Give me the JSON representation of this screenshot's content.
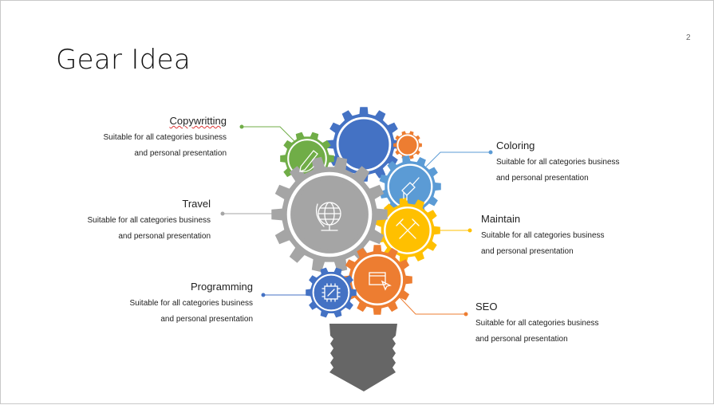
{
  "slide": {
    "title": "Gear Idea",
    "page_number": "2"
  },
  "items": [
    {
      "heading": "Copywritting",
      "line1": "Suitable for all categories business",
      "line2": "and personal presentation",
      "color": "#70AD47",
      "icon": "pen-icon"
    },
    {
      "heading": "Travel",
      "line1": "Suitable for all categories business",
      "line2": "and personal presentation",
      "color": "#A5A5A5",
      "icon": "globe-icon"
    },
    {
      "heading": "Programming",
      "line1": "Suitable for all categories business",
      "line2": "and personal presentation",
      "color": "#4472C4",
      "icon": "chip-icon"
    },
    {
      "heading": "Coloring",
      "line1": "Suitable for all categories business",
      "line2": "and personal presentation",
      "color": "#5B9BD5",
      "icon": "paintbrush-icon"
    },
    {
      "heading": "Maintain",
      "line1": "Suitable for all categories business",
      "line2": "and personal presentation",
      "color": "#FFC000",
      "icon": "tools-icon"
    },
    {
      "heading": "SEO",
      "line1": "Suitable for all categories business",
      "line2": "and personal presentation",
      "color": "#ED7D31",
      "icon": "browser-cursor-icon"
    }
  ],
  "colors": {
    "dark_blue": "#4472C4",
    "orange": "#ED7D31",
    "bulb": "#666666"
  }
}
